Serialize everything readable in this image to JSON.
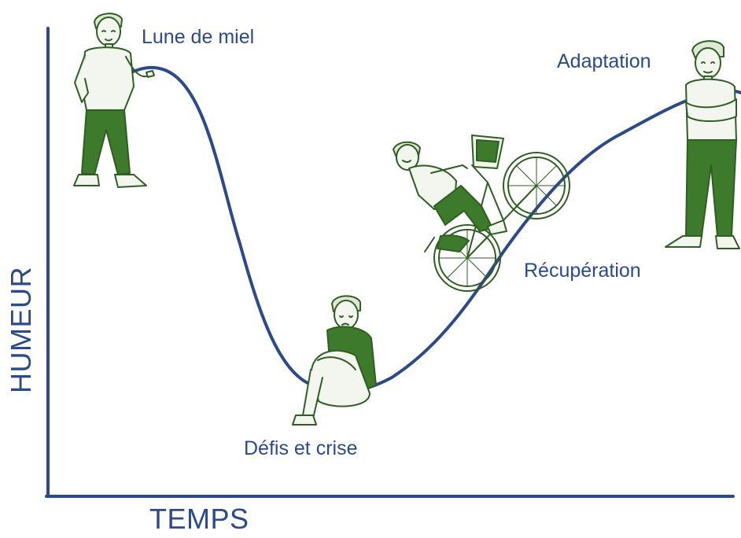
{
  "axes": {
    "x_label": "TEMPS",
    "y_label": "HUMEUR"
  },
  "phases": [
    {
      "id": "honeymoon",
      "label": "Lune de miel"
    },
    {
      "id": "crisis",
      "label": "Défis et crise"
    },
    {
      "id": "recovery",
      "label": "Récupération"
    },
    {
      "id": "adaptation",
      "label": "Adaptation"
    }
  ],
  "colors": {
    "curve": "#2b4a8b",
    "axis": "#2b4a8b",
    "figure_green": "#3d7a2c",
    "figure_outline": "#2f5e22",
    "figure_light": "#f3f6ef"
  },
  "icons": [
    "person-standing-icon",
    "person-sitting-sad-icon",
    "person-cycling-icon",
    "person-arms-crossed-icon"
  ]
}
